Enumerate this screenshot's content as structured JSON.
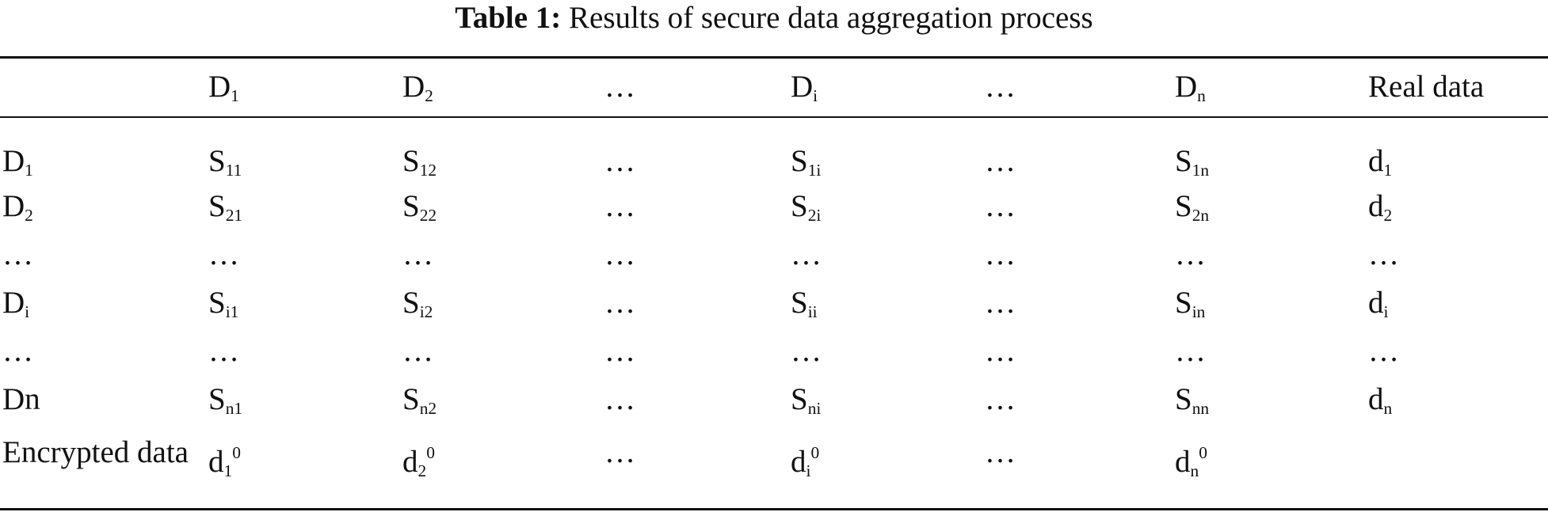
{
  "caption": {
    "label": "Table 1:",
    "title": "Results of secure data aggregation process"
  },
  "table": {
    "header": [
      {
        "base": "",
        "sub": "",
        "sup": ""
      },
      {
        "base": "D",
        "sub": "1",
        "sup": ""
      },
      {
        "base": "D",
        "sub": "2",
        "sup": ""
      },
      {
        "base": "…",
        "sub": "",
        "sup": ""
      },
      {
        "base": "D",
        "sub": "i",
        "sup": ""
      },
      {
        "base": "…",
        "sub": "",
        "sup": ""
      },
      {
        "base": "D",
        "sub": "n",
        "sup": ""
      },
      {
        "base": "Real data",
        "sub": "",
        "sup": ""
      }
    ],
    "rows": [
      [
        {
          "base": "D",
          "sub": "1",
          "sup": ""
        },
        {
          "base": "S",
          "sub": "11",
          "sup": ""
        },
        {
          "base": "S",
          "sub": "12",
          "sup": ""
        },
        {
          "base": "…",
          "sub": "",
          "sup": ""
        },
        {
          "base": "S",
          "sub": "1i",
          "sup": ""
        },
        {
          "base": "…",
          "sub": "",
          "sup": ""
        },
        {
          "base": "S",
          "sub": "1n",
          "sup": ""
        },
        {
          "base": "d",
          "sub": "1",
          "sup": ""
        }
      ],
      [
        {
          "base": "D",
          "sub": "2",
          "sup": ""
        },
        {
          "base": "S",
          "sub": "21",
          "sup": ""
        },
        {
          "base": "S",
          "sub": "22",
          "sup": ""
        },
        {
          "base": "…",
          "sub": "",
          "sup": ""
        },
        {
          "base": "S",
          "sub": "2i",
          "sup": ""
        },
        {
          "base": "…",
          "sub": "",
          "sup": ""
        },
        {
          "base": "S",
          "sub": "2n",
          "sup": ""
        },
        {
          "base": "d",
          "sub": "2",
          "sup": ""
        }
      ],
      [
        {
          "base": "…",
          "sub": "",
          "sup": ""
        },
        {
          "base": " …",
          "sub": "",
          "sup": ""
        },
        {
          "base": " …",
          "sub": "",
          "sup": ""
        },
        {
          "base": "…",
          "sub": "",
          "sup": ""
        },
        {
          "base": " …",
          "sub": "",
          "sup": ""
        },
        {
          "base": "…",
          "sub": "",
          "sup": ""
        },
        {
          "base": " …",
          "sub": "",
          "sup": ""
        },
        {
          "base": " …",
          "sub": "",
          "sup": ""
        }
      ],
      [
        {
          "base": "D",
          "sub": "i",
          "sup": ""
        },
        {
          "base": "S",
          "sub": "i1",
          "sup": ""
        },
        {
          "base": "S",
          "sub": "i2",
          "sup": ""
        },
        {
          "base": "…",
          "sub": "",
          "sup": ""
        },
        {
          "base": "S",
          "sub": "ii",
          "sup": ""
        },
        {
          "base": "…",
          "sub": "",
          "sup": ""
        },
        {
          "base": "S",
          "sub": "in",
          "sup": ""
        },
        {
          "base": "d",
          "sub": "i",
          "sup": ""
        }
      ],
      [
        {
          "base": "…",
          "sub": "",
          "sup": ""
        },
        {
          "base": " …",
          "sub": "",
          "sup": ""
        },
        {
          "base": " …",
          "sub": "",
          "sup": ""
        },
        {
          "base": "…",
          "sub": "",
          "sup": ""
        },
        {
          "base": " …",
          "sub": "",
          "sup": ""
        },
        {
          "base": "…",
          "sub": "",
          "sup": ""
        },
        {
          "base": " …",
          "sub": "",
          "sup": ""
        },
        {
          "base": " …",
          "sub": "",
          "sup": ""
        }
      ],
      [
        {
          "base": "Dn",
          "sub": "",
          "sup": ""
        },
        {
          "base": "S",
          "sub": "n1",
          "sup": ""
        },
        {
          "base": "S",
          "sub": "n2",
          "sup": ""
        },
        {
          "base": "…",
          "sub": "",
          "sup": ""
        },
        {
          "base": "S",
          "sub": "ni",
          "sup": ""
        },
        {
          "base": "…",
          "sub": "",
          "sup": ""
        },
        {
          "base": "S",
          "sub": "nn",
          "sup": ""
        },
        {
          "base": "d",
          "sub": "n",
          "sup": ""
        }
      ],
      [
        {
          "base": "Encrypted data",
          "sub": "",
          "sup": ""
        },
        {
          "base": "d",
          "sub": "1",
          "sup": "0"
        },
        {
          "base": "d",
          "sub": "2",
          "sup": "0"
        },
        {
          "base": "…",
          "sub": "",
          "sup": ""
        },
        {
          "base": "d",
          "sub": "i",
          "sup": "0"
        },
        {
          "base": "…",
          "sub": "",
          "sup": ""
        },
        {
          "base": "d",
          "sub": "n",
          "sup": "0"
        },
        {
          "base": "",
          "sub": "",
          "sup": ""
        }
      ]
    ]
  }
}
